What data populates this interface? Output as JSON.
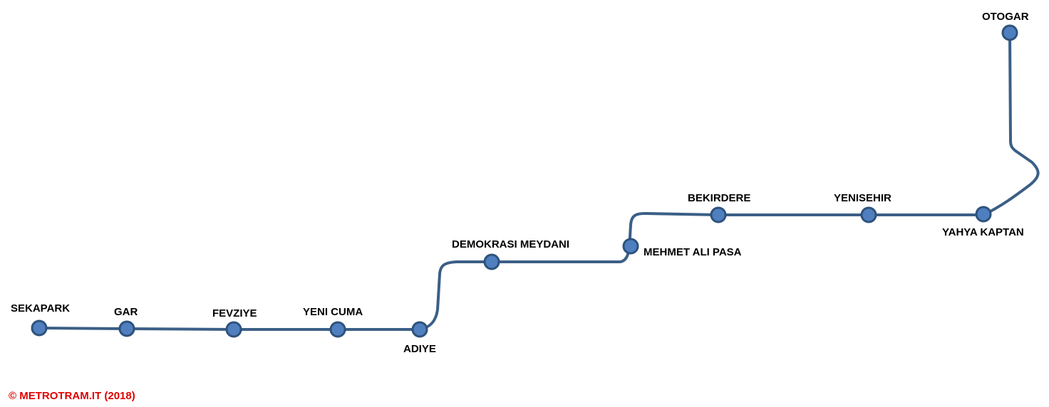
{
  "line_color": "#3b5f86",
  "station_fill": "#4f7fbf",
  "copyright": {
    "text": "© METROTRAM.IT (2018)",
    "color": "#e00000"
  },
  "stations": [
    {
      "id": "sekapark",
      "name": "SEKAPARK"
    },
    {
      "id": "gar",
      "name": "GAR"
    },
    {
      "id": "fevziye",
      "name": "FEVZIYE"
    },
    {
      "id": "yeni-cuma",
      "name": "YENI CUMA"
    },
    {
      "id": "adiye",
      "name": "ADIYE"
    },
    {
      "id": "demokrasi-meydani",
      "name": "DEMOKRASI MEYDANI"
    },
    {
      "id": "mehmet-ali-pasa",
      "name": "MEHMET ALI PASA"
    },
    {
      "id": "bekirdere",
      "name": "BEKIRDERE"
    },
    {
      "id": "yenisehir",
      "name": "YENISEHIR"
    },
    {
      "id": "yahya-kaptan",
      "name": "YAHYA KAPTAN"
    },
    {
      "id": "otogar",
      "name": "OTOGAR"
    }
  ]
}
